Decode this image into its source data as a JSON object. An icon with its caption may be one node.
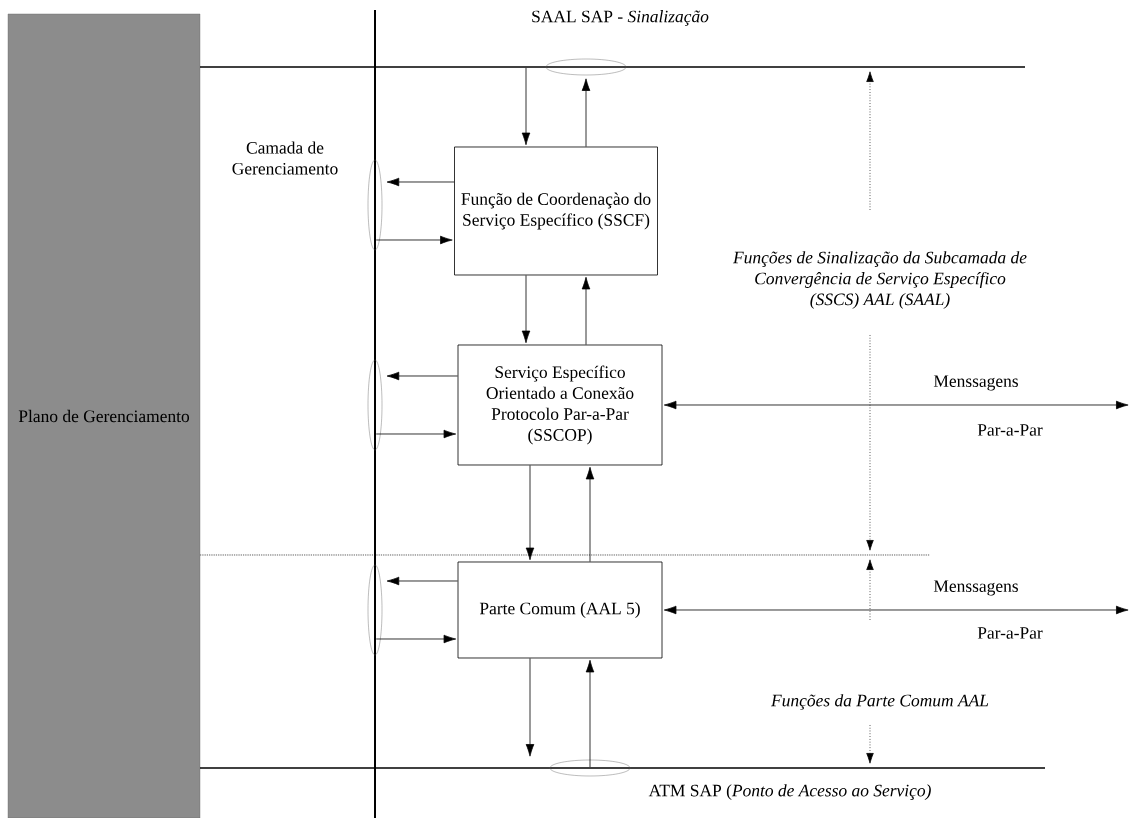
{
  "diagram": {
    "nodes": [
      {
        "text": [
          "Plano de Gerenciamento"
        ]
      },
      {
        "text": [
          "Função de Coordenaçào do Serviço Específico (SSCF)"
        ]
      },
      {
        "text": [
          "Serviço Específico Orientado a Conexão Protocolo Par-a-Par (SSCOP)"
        ]
      },
      {
        "text": [
          "Parte Comum (AAL 5)"
        ]
      },
      {
        "text": [],
        "shape": "bar"
      },
      {
        "text": [],
        "shape": "bar",
        "beside": [
          "SAAL SAP - *Sinalização*"
        ]
      },
      {
        "text": [],
        "shape": "bar",
        "beside": [
          "ATM SAP (*Ponto de Acesso ao Serviço)*"
        ]
      }
    ],
    "edges": [
      {
        "from": 5,
        "to": 1,
        "arrow": "to"
      },
      {
        "from": 1,
        "to": 5,
        "arrow": "to"
      },
      {
        "from": 1,
        "to": 4,
        "arrow": "to"
      },
      {
        "from": 4,
        "to": 1,
        "arrow": "to"
      },
      {
        "from": 1,
        "to": 2,
        "arrow": "to"
      },
      {
        "from": 2,
        "to": 1,
        "arrow": "to"
      },
      {
        "from": 2,
        "to": 4,
        "arrow": "to"
      },
      {
        "from": 4,
        "to": 2,
        "arrow": "to"
      },
      {
        "from": 2,
        "to": null,
        "arrow": "both",
        "label": "Menssagens"
      },
      {
        "from": 2,
        "to": 3,
        "arrow": "to"
      },
      {
        "from": 3,
        "to": 2,
        "arrow": "to"
      },
      {
        "from": 3,
        "to": 4,
        "arrow": "to"
      },
      {
        "from": 4,
        "to": 3,
        "arrow": "to"
      },
      {
        "from": 3,
        "to": null,
        "arrow": "both",
        "label": "Menssagens"
      },
      {
        "from": 3,
        "to": 6,
        "arrow": "to"
      },
      {
        "from": 6,
        "to": 3,
        "arrow": "to"
      }
    ],
    "labels": [
      "Camada de Gerenciamento",
      "Funções de Sinalização da Subcamada de Convergência de Serviço Específico (SSCS) AAL (SAAL)",
      "Par-a-Par",
      "Par-a-Par",
      "Funções da Parte Comum AAL"
    ]
  }
}
